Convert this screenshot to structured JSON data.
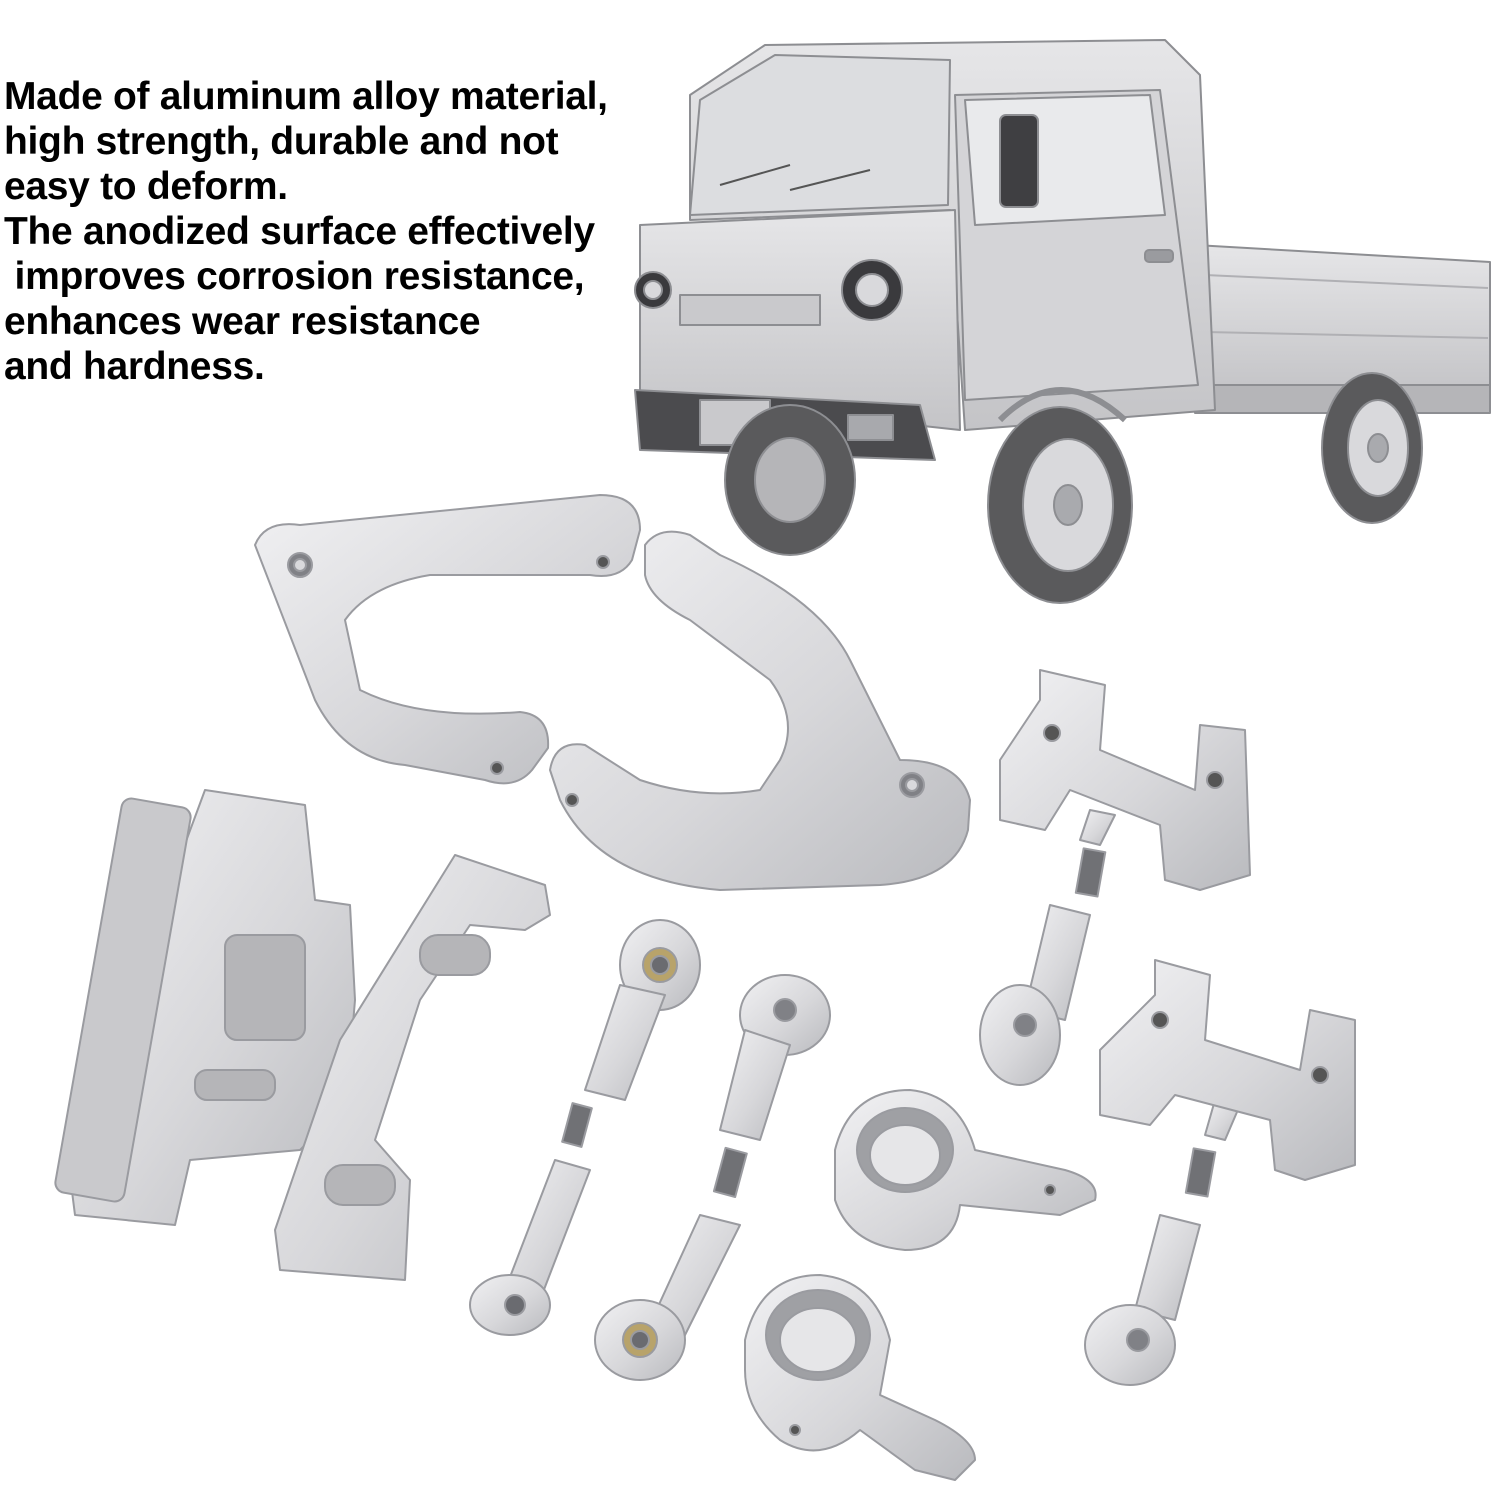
{
  "description": {
    "lines": [
      "Made of aluminum alloy material,",
      "high strength, durable and not",
      "easy to deform.",
      "The anodized surface effectively",
      " improves corrosion resistance,",
      "enhances wear resistance",
      "and hardness."
    ]
  },
  "colors": {
    "metal": "#d9d9dc",
    "metal_dark": "#a9aaae",
    "truck_body": "#cfcfd1",
    "tire": "#5a5a5c"
  },
  "illustration": {
    "subject": "truck",
    "parts": [
      "frame-bracket",
      "mount-plate",
      "bracket-plate",
      "tie-rod",
      "steering-knuckle",
      "servo-mount"
    ]
  }
}
